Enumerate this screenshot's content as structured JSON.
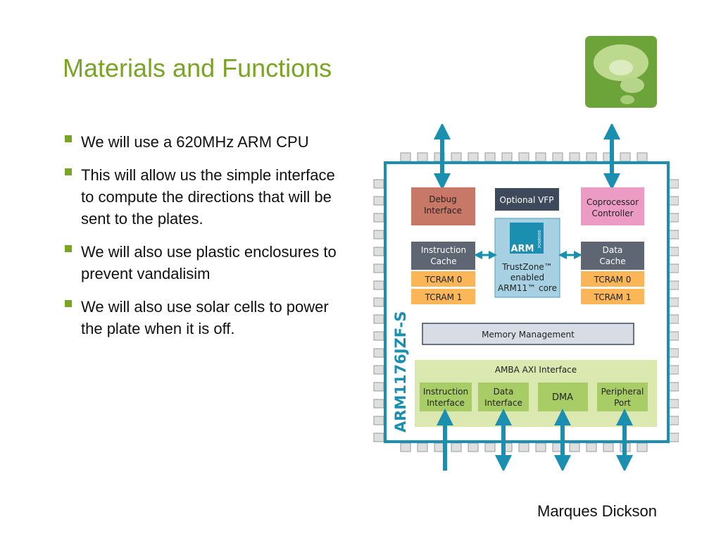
{
  "slide": {
    "title": "Materials and Functions",
    "author": "Marques Dickson",
    "accent_color": "#7aa524",
    "logo_icon": "thought-bubble-icon",
    "bullets": [
      "We will use a 620MHz ARM CPU",
      "This will allow us the simple interface to compute the directions that will be sent to the plates.",
      "We will also use plastic enclosures to prevent vandalisim",
      "We will also use solar cells to power the plate when it is off."
    ]
  },
  "diagram": {
    "chip_label": "ARM1176JZF-S",
    "debug_interface": [
      "Debug",
      "Interface"
    ],
    "optional_vfp": "Optional VFP",
    "coprocessor_controller": [
      "Coprocessor",
      "Controller"
    ],
    "instruction_cache": [
      "Instruction",
      "Cache"
    ],
    "data_cache": [
      "Data",
      "Cache"
    ],
    "tcram0": "TCRAM 0",
    "tcram1": "TCRAM 1",
    "arm_logo": "ARM",
    "arm_powered": "POWERED",
    "core_lines": [
      "TrustZone™",
      "enabled",
      "ARM11™ core"
    ],
    "memory_management": "Memory Management",
    "amba_title": "AMBA AXI Interface",
    "instruction_interface": [
      "Instruction",
      "Interface"
    ],
    "data_interface": [
      "Data",
      "Interface"
    ],
    "dma": "DMA",
    "peripheral_port": [
      "Peripheral",
      "Port"
    ],
    "colors": {
      "arrow": "#1a8fb0",
      "debug": "#c77867",
      "vfp": "#3e4a5c",
      "coprocessor": "#ec9cc4",
      "cache": "#5e6673",
      "tcram": "#fbb757",
      "core": "#a7d1e2",
      "memory": "#d8dce5",
      "amba": "#dbe9b1",
      "amba_module": "#a9cd66"
    }
  }
}
